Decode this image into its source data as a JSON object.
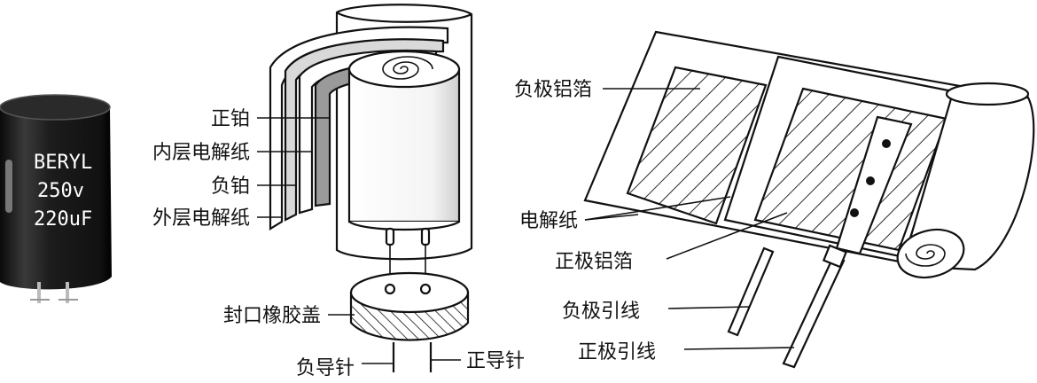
{
  "photo": {
    "brand": "BERYL",
    "voltage": "250v",
    "capacitance": "220uF"
  },
  "cutaway": {
    "labels": {
      "positive_foil": "正铂",
      "inner_paper": "内层电解纸",
      "negative_foil": "负铂",
      "outer_paper": "外层电解纸",
      "rubber_cap": "封口橡胶盖",
      "negative_pin": "负导针",
      "positive_pin": "正导针"
    }
  },
  "unrolled": {
    "labels": {
      "negative_foil": "负极铝箔",
      "electrolytic_paper": "电解纸",
      "positive_foil": "正极铝箔",
      "negative_lead": "负极引线",
      "positive_lead": "正极引线"
    }
  }
}
